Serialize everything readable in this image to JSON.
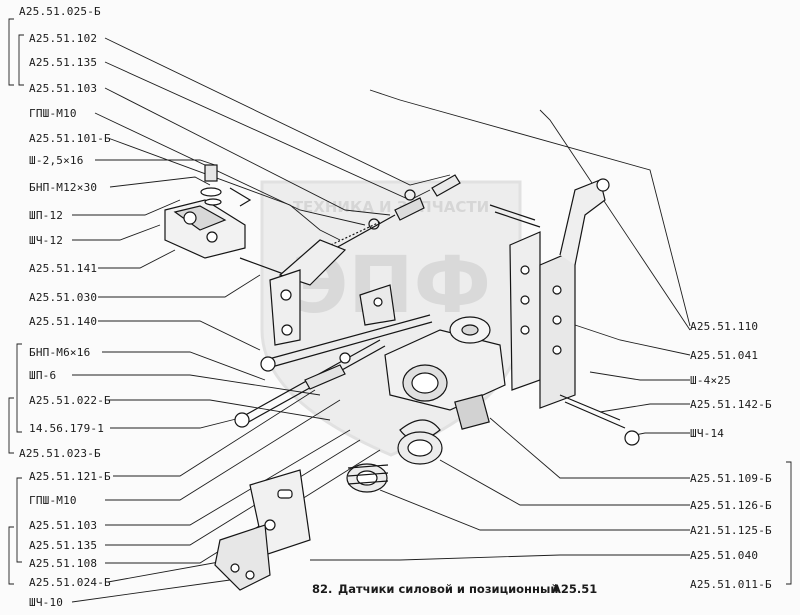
{
  "watermark": {
    "text": "ТЕХНИКА И ЗАПЧАСТИ",
    "logo": "ЭПФ"
  },
  "caption": {
    "number": "82.",
    "title": "Датчики силовой и позиционный",
    "code": "A25.51"
  },
  "labels_left": [
    "A25.51.025-Б",
    "A25.51.102",
    "A25.51.135",
    "A25.51.103",
    "ГПШ-M10",
    "A25.51.101-Б",
    "Ш-2,5×16",
    "БНП-M12×30",
    "ШП-12",
    "ШЧ-12",
    "A25.51.141",
    "A25.51.030",
    "A25.51.140",
    "БНП-M6×16",
    "ШП-6",
    "A25.51.022-Б",
    "14.56.179-1",
    "A25.51.023-Б",
    "A25.51.121-Б",
    "ГПШ-M10",
    "A25.51.103",
    "A25.51.135",
    "A25.51.108",
    "A25.51.024-Б",
    "ШЧ-10"
  ],
  "labels_right": [
    "A25.51.110",
    "A25.51.041",
    "Ш-4×25",
    "A25.51.142-Б",
    "ШЧ-14",
    "A25.51.109-Б",
    "A25.51.126-Б",
    "A21.51.125-Б",
    "A25.51.040",
    "A25.51.011-Б"
  ]
}
